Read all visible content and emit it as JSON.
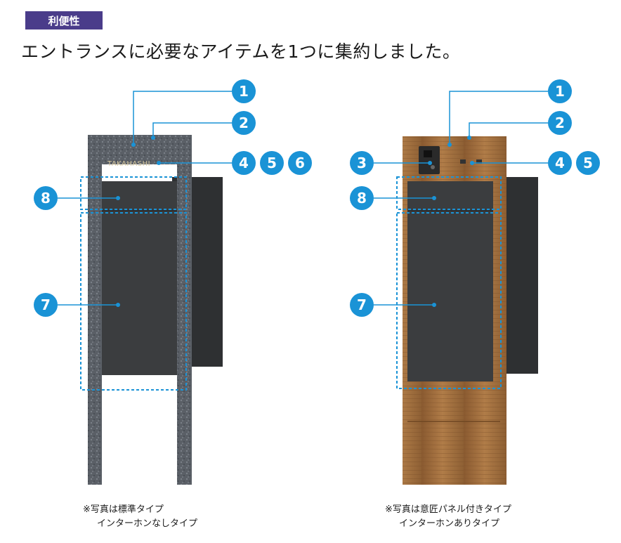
{
  "tag": {
    "label": "利便性"
  },
  "headline": "エントランスに必要なアイテムを1つに集約しました。",
  "nameplate": "TAKAHASHI",
  "left_unit": {
    "caption_line1": "※写真は標準タイプ",
    "caption_line2": "インターホンなしタイプ",
    "badges": [
      "1",
      "2",
      "4",
      "5",
      "6",
      "8",
      "7"
    ]
  },
  "right_unit": {
    "caption_line1": "※写真は意匠パネル付きタイプ",
    "caption_line2": "インターホンありタイプ",
    "badges": [
      "1",
      "2",
      "3",
      "4",
      "5",
      "8",
      "7"
    ]
  },
  "colors": {
    "badge": "#1a93d6",
    "leader": "#1a93d6",
    "tag_bg": "#4a3c8a",
    "cabinet": "#3a3c3e",
    "stone": "#5c6066",
    "wood": "#9a6a3c"
  }
}
